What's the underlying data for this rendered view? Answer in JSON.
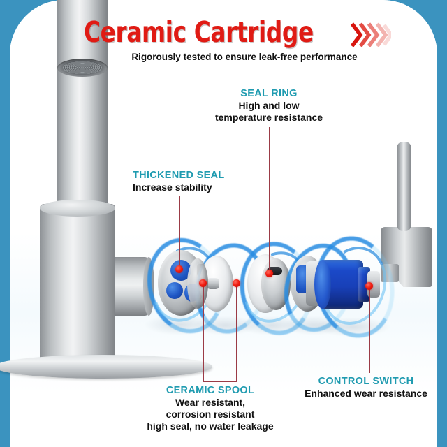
{
  "theme": {
    "border_color": "#3b93bf",
    "panel_color": "#ffffff",
    "title_color": "#e01b14",
    "heading_color": "#1f9bb0",
    "body_text_color": "#111111",
    "leader_line_color": "#9b3b46",
    "marker_color": "#f01c10",
    "accent_blue": "#1b49c8"
  },
  "header": {
    "title": "Ceramic Cartridge",
    "chevron_icon": "double-chevron-right",
    "subtitle": "Rigorously tested to ensure leak-free performance"
  },
  "callouts": [
    {
      "id": "thickened-seal",
      "heading": "THICKENED SEAL",
      "lines": [
        "Increase stability"
      ]
    },
    {
      "id": "seal-ring",
      "heading": "SEAL RING",
      "lines": [
        "High and low",
        "temperature resistance"
      ]
    },
    {
      "id": "ceramic-spool",
      "heading": "CERAMIC SPOOL",
      "lines": [
        "Wear resistant,",
        "corrosion resistant",
        "high seal, no water leakage"
      ]
    },
    {
      "id": "control-switch",
      "heading": "CONTROL SWITCH",
      "lines": [
        "Enhanced wear resistance"
      ]
    }
  ],
  "product": {
    "faucet_finish": "brushed-nickel",
    "spout_label": "pull-down-spout",
    "aerator_label": "aerator-screen",
    "handle_label": "lever-handle",
    "deck_plate_label": "deck-plate",
    "cartridge_label": "exploded-ceramic-cartridge"
  }
}
